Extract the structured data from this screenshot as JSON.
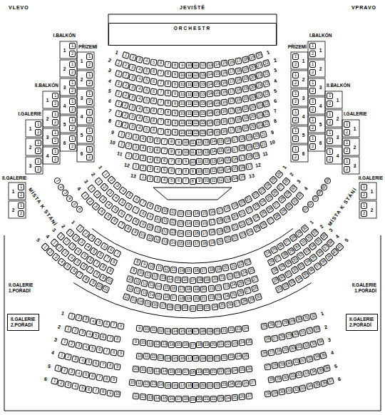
{
  "diagram": {
    "nodes": [
      {
        "text": [
          "ORCHESTR"
        ]
      },
      {
        "text": [
          "II.GALERIE 2.POŘADÍ"
        ]
      },
      {
        "text": [
          "II.GALERIE 2.POŘADÍ"
        ]
      }
    ],
    "labels": [
      "VLEVO",
      "JEVIŠTĚ",
      "VPRAVO",
      "PŘÍZEMÍ",
      "I.BALKÓN",
      "II.BALKÓN",
      "I.GALERIE",
      "II.GALERIE",
      "PŘÍZEMÍ",
      "I.BALKÓN",
      "II.BALKÓN",
      "I.GALERIE",
      "II.GALERIE",
      "MÍSTA K STÁNÍ",
      "MÍSTA K STÁNÍ",
      "II.GALERIE 1.POŘADÍ",
      "II.GALERIE 1.POŘADÍ",
      "1",
      "1",
      "2",
      "3",
      "4",
      "5",
      "6",
      "7",
      "8",
      "9",
      "10",
      "11",
      "12",
      "13",
      "14",
      "15",
      "16",
      "17",
      "18",
      "19",
      "20",
      "1",
      "2",
      "1",
      "2",
      "3",
      "4",
      "5",
      "6",
      "7",
      "8",
      "9",
      "10",
      "11",
      "12",
      "13",
      "14",
      "15",
      "16",
      "17",
      "18",
      "19",
      "20",
      "21",
      "22",
      "2",
      "3",
      "1",
      "2",
      "3",
      "4",
      "5",
      "6",
      "7",
      "8",
      "9",
      "10",
      "11",
      "12",
      "13",
      "14",
      "15",
      "16",
      "17",
      "18",
      "19",
      "20",
      "21",
      "22",
      "3",
      "4",
      "1",
      "2",
      "3",
      "4",
      "5",
      "6",
      "7",
      "8",
      "9",
      "10",
      "11",
      "12",
      "13",
      "14",
      "15",
      "16",
      "17",
      "18",
      "19",
      "20",
      "21",
      "22",
      "4",
      "5",
      "1",
      "2",
      "3",
      "4",
      "5",
      "6",
      "7",
      "8",
      "9",
      "10",
      "11",
      "12",
      "13",
      "14",
      "15",
      "16",
      "17",
      "18",
      "19",
      "20",
      "21",
      "22",
      "5",
      "6",
      "1",
      "2",
      "3",
      "4",
      "5",
      "6",
      "7",
      "8",
      "9",
      "10",
      "11",
      "12",
      "13",
      "14",
      "15",
      "16",
      "17",
      "18",
      "19",
      "20",
      "21",
      "22",
      "6",
      "7",
      "1",
      "2",
      "3",
      "4",
      "5",
      "6",
      "7",
      "8",
      "9",
      "10",
      "11",
      "12",
      "13",
      "14",
      "15",
      "16",
      "17",
      "18",
      "19",
      "20",
      "21",
      "22",
      "7",
      "8",
      "1",
      "2",
      "3",
      "4",
      "5",
      "6",
      "7",
      "8",
      "9",
      "10",
      "11",
      "12",
      "13",
      "14",
      "15",
      "16",
      "17",
      "18",
      "19",
      "20",
      "21",
      "22",
      "8",
      "9",
      "1",
      "2",
      "3",
      "4",
      "5",
      "6",
      "7",
      "8",
      "9",
      "10",
      "11",
      "12",
      "13",
      "14",
      "15",
      "16",
      "17",
      "18",
      "19",
      "20",
      "21",
      "9",
      "10",
      "1",
      "2",
      "3",
      "4",
      "5",
      "6",
      "7",
      "8",
      "9",
      "10",
      "11",
      "12",
      "13",
      "14",
      "15",
      "16",
      "17",
      "18",
      "19",
      "20",
      "21",
      "10",
      "11",
      "1",
      "2",
      "3",
      "4",
      "5",
      "6",
      "7",
      "8",
      "9",
      "10",
      "11",
      "12",
      "13",
      "14",
      "15",
      "16",
      "17",
      "18",
      "19",
      "11",
      "12",
      "1",
      "2",
      "3",
      "4",
      "5",
      "6",
      "7",
      "8",
      "9",
      "10",
      "11",
      "12",
      "13",
      "14",
      "15",
      "16",
      "17",
      "12",
      "13",
      "1",
      "2",
      "3",
      "4",
      "5",
      "6",
      "7",
      "8",
      "9",
      "10",
      "11",
      "12",
      "13",
      "14",
      "15",
      "13",
      "1",
      "1",
      "2",
      "2",
      "1",
      "2",
      "3",
      "1",
      "2",
      "4",
      "1",
      "2",
      "5",
      "1",
      "2",
      "6",
      "1",
      "2",
      "1",
      "1",
      "2",
      "2",
      "1",
      "2",
      "3",
      "1",
      "2",
      "4",
      "1",
      "2",
      "5",
      "1",
      "2",
      "6",
      "1",
      "2",
      "1",
      "1",
      "2",
      "2",
      "1",
      "2",
      "3",
      "1",
      "2",
      "4",
      "1",
      "2",
      "1",
      "1",
      "2",
      "2",
      "1",
      "2",
      "3",
      "1",
      "2",
      "1",
      "1",
      "2",
      "2",
      "1",
      "2",
      "1",
      "1",
      "2",
      "2",
      "1",
      "2",
      "3",
      "1",
      "2",
      "4",
      "1",
      "2",
      "5",
      "1",
      "2",
      "6",
      "1",
      "2",
      "1",
      "1",
      "2",
      "2",
      "1",
      "2",
      "3",
      "1",
      "2",
      "4",
      "1",
      "2",
      "5",
      "1",
      "2",
      "6",
      "1",
      "2",
      "1",
      "1",
      "2",
      "2",
      "1",
      "2",
      "3",
      "1",
      "2",
      "4",
      "1",
      "2",
      "1",
      "1",
      "2",
      "2",
      "1",
      "2",
      "3",
      "1",
      "2",
      "1",
      "1",
      "2",
      "2",
      "1",
      "2",
      "1",
      "2",
      "3",
      "4",
      "5",
      "6",
      "51",
      "52",
      "53",
      "54",
      "55",
      "56",
      "1",
      "1",
      "2",
      "3",
      "4",
      "5",
      "6",
      "7",
      "8",
      "9",
      "10",
      "11",
      "12",
      "13",
      "14",
      "15",
      "16",
      "17",
      "18",
      "19",
      "20",
      "21",
      "22",
      "23",
      "24",
      "25",
      "26",
      "1",
      "2",
      "1",
      "2",
      "3",
      "4",
      "5",
      "6",
      "7",
      "8",
      "9",
      "10",
      "11",
      "12",
      "13",
      "14",
      "15",
      "16",
      "17",
      "18",
      "19",
      "20",
      "21",
      "22",
      "23",
      "24",
      "25",
      "26",
      "27",
      "28",
      "2",
      "3",
      "1",
      "2",
      "3",
      "4",
      "5",
      "6",
      "7",
      "8",
      "9",
      "10",
      "11",
      "12",
      "13",
      "14",
      "15",
      "16",
      "17",
      "18",
      "19",
      "20",
      "21",
      "22",
      "23",
      "24",
      "25",
      "26",
      "27",
      "28",
      "29",
      "30",
      "3",
      "4",
      "1",
      "2",
      "3",
      "4",
      "5",
      "6",
      "7",
      "8",
      "9",
      "10",
      "11",
      "12",
      "13",
      "14",
      "15",
      "16",
      "17",
      "18",
      "19",
      "20",
      "21",
      "22",
      "23",
      "24",
      "25",
      "26",
      "27",
      "28",
      "29",
      "30",
      "31",
      "32",
      "4",
      "1",
      "1",
      "2",
      "3",
      "4",
      "5",
      "6",
      "7",
      "8",
      "9",
      "10",
      "11",
      "12",
      "13",
      "14",
      "15",
      "16",
      "17",
      "18",
      "19",
      "20",
      "21",
      "22",
      "23",
      "24",
      "25",
      "26",
      "27",
      "28",
      "29",
      "30",
      "1",
      "2",
      "1",
      "2",
      "3",
      "4",
      "5",
      "6",
      "7",
      "8",
      "9",
      "10",
      "11",
      "12",
      "13",
      "14",
      "15",
      "16",
      "17",
      "18",
      "19",
      "20",
      "21",
      "22",
      "23",
      "24",
      "25",
      "26",
      "27",
      "28",
      "29",
      "30",
      "31",
      "32",
      "33",
      "2",
      "3",
      "1",
      "2",
      "3",
      "4",
      "5",
      "6",
      "7",
      "8",
      "9",
      "10",
      "11",
      "12",
      "13",
      "14",
      "15",
      "16",
      "17",
      "18",
      "19",
      "20",
      "21",
      "22",
      "23",
      "24",
      "25",
      "26",
      "27",
      "28",
      "29",
      "30",
      "31",
      "32",
      "33",
      "34",
      "35",
      "36",
      "3",
      "4",
      "1",
      "2",
      "3",
      "4",
      "5",
      "6",
      "7",
      "8",
      "9",
      "10",
      "11",
      "12",
      "13",
      "14",
      "15",
      "16",
      "17",
      "18",
      "19",
      "20",
      "21",
      "22",
      "23",
      "24",
      "25",
      "26",
      "27",
      "28",
      "29",
      "30",
      "31",
      "32",
      "33",
      "34",
      "35",
      "36",
      "37",
      "38",
      "4",
      "5",
      "1",
      "2",
      "3",
      "4",
      "5",
      "6",
      "7",
      "8",
      "9",
      "10",
      "11",
      "12",
      "13",
      "14",
      "15",
      "16",
      "17",
      "18",
      "19",
      "20",
      "21",
      "22",
      "23",
      "24",
      "25",
      "26",
      "27",
      "28",
      "29",
      "30",
      "31",
      "32",
      "33",
      "34",
      "35",
      "36",
      "37",
      "38",
      "39",
      "40",
      "41",
      "5",
      "1",
      "1",
      "2",
      "3",
      "4",
      "5",
      "6",
      "7",
      "8",
      "9",
      "10",
      "11",
      "12",
      "13",
      "14",
      "15",
      "16",
      "17",
      "18",
      "19",
      "20",
      "21",
      "22",
      "23",
      "24",
      "25",
      "26",
      "27",
      "28",
      "29",
      "30",
      "31",
      "32",
      "1",
      "2",
      "1",
      "2",
      "3",
      "4",
      "5",
      "6",
      "7",
      "8",
      "9",
      "10",
      "11",
      "12",
      "13",
      "14",
      "15",
      "16",
      "17",
      "18",
      "19",
      "20",
      "21",
      "22",
      "23",
      "24",
      "25",
      "26",
      "27",
      "28",
      "29",
      "30",
      "31",
      "32",
      "33",
      "2",
      "3",
      "1",
      "2",
      "3",
      "4",
      "5",
      "6",
      "7",
      "8",
      "9",
      "10",
      "11",
      "12",
      "13",
      "14",
      "15",
      "16",
      "17",
      "18",
      "19",
      "20",
      "21",
      "22",
      "23",
      "24",
      "25",
      "26",
      "27",
      "28",
      "29",
      "30",
      "31",
      "32",
      "33",
      "34",
      "3",
      "4",
      "1",
      "2",
      "3",
      "4",
      "5",
      "6",
      "7",
      "8",
      "9",
      "10",
      "11",
      "12",
      "13",
      "14",
      "15",
      "16",
      "17",
      "18",
      "19",
      "20",
      "21",
      "22",
      "23",
      "24",
      "25",
      "26",
      "27",
      "28",
      "29",
      "30",
      "31",
      "32",
      "33",
      "34",
      "35",
      "4",
      "5",
      "1",
      "2",
      "3",
      "4",
      "5",
      "6",
      "7",
      "8",
      "9",
      "10",
      "11",
      "12",
      "13",
      "14",
      "15",
      "16",
      "17",
      "18",
      "19",
      "20",
      "21",
      "22",
      "23",
      "24",
      "25",
      "26",
      "27",
      "28",
      "29",
      "30",
      "31",
      "32",
      "33",
      "34",
      "35",
      "36",
      "5",
      "6",
      "1",
      "2",
      "3",
      "4",
      "5",
      "6",
      "7",
      "8",
      "9",
      "10",
      "11",
      "12",
      "13",
      "14",
      "15",
      "16",
      "17",
      "18",
      "19",
      "20",
      "21",
      "22",
      "23",
      "24",
      "25",
      "26",
      "27",
      "28",
      "29",
      "30",
      "31",
      "32",
      "33",
      "34",
      "35",
      "36",
      "37",
      "6"
    ]
  }
}
